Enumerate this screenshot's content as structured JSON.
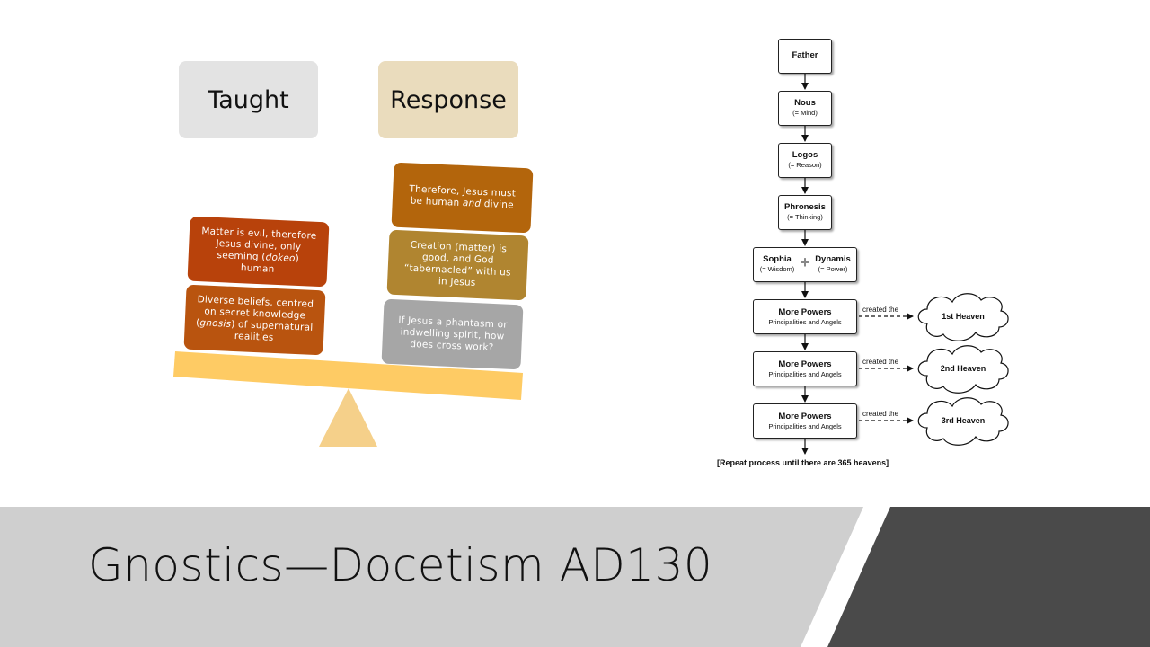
{
  "slide_title": "Gnostics—Docetism AD130",
  "headers": {
    "taught": "Taught",
    "response": "Response"
  },
  "taught_items": [
    {
      "pre": "Matter is evil, therefore Jesus divine, only seeming (",
      "italic": "dokeo",
      "post": ") human",
      "color": "#b8420b"
    },
    {
      "pre": "Diverse beliefs, centred on secret knowledge (",
      "italic": "gnosis",
      "post": ") of supernatural realities",
      "color": "#b9540f"
    }
  ],
  "response_items": [
    {
      "pre": "Therefore, Jesus must be human ",
      "italic": "and",
      "post": " divine",
      "color": "#b3650c"
    },
    {
      "pre": "Creation (matter) is good, and God “tabernacled” with us in Jesus",
      "italic": "",
      "post": "",
      "color": "#b08530"
    },
    {
      "pre": "If Jesus a phantasm or indwelling spirit, how does cross work?",
      "italic": "",
      "post": "",
      "color": "#a6a6a6"
    }
  ],
  "balance_colors": {
    "beam": "#fecb64",
    "fulcrum": "#f5d08a"
  },
  "flowchart": {
    "nodes": [
      {
        "title": "Father",
        "sub": ""
      },
      {
        "title": "Nous",
        "sub": "(= Mind)"
      },
      {
        "title": "Logos",
        "sub": "(= Reason)"
      },
      {
        "title": "Phronesis",
        "sub": "(= Thinking)"
      }
    ],
    "pair": {
      "left": {
        "title": "Sophia",
        "sub": "(= Wisdom)"
      },
      "plus": "+",
      "right": {
        "title": "Dynamis",
        "sub": "(= Power)"
      }
    },
    "powers": [
      {
        "title": "More Powers",
        "sub": "Principalities and Angels",
        "arrow_label": "created the",
        "heaven": "1st Heaven"
      },
      {
        "title": "More Powers",
        "sub": "Principalities and Angels",
        "arrow_label": "created the",
        "heaven": "2nd Heaven"
      },
      {
        "title": "More Powers",
        "sub": "Principalities and Angels",
        "arrow_label": "created the",
        "heaven": "3rd Heaven"
      }
    ],
    "footer_note": "[Repeat process until there are 365 heavens]"
  },
  "footer_colors": {
    "light_band": "#cfcfcf",
    "dark_band": "#4a4a4a"
  }
}
